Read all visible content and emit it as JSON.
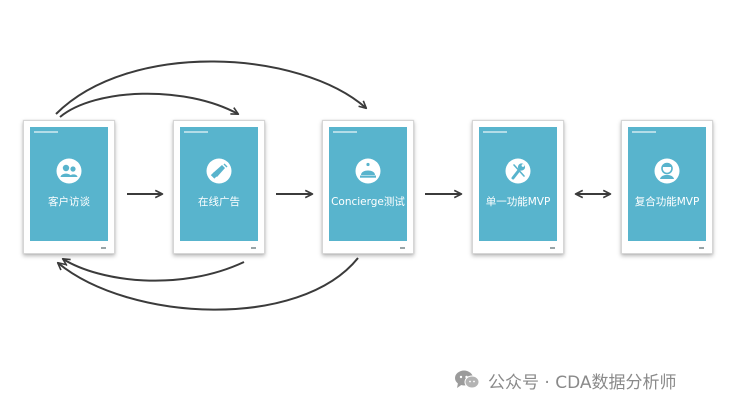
{
  "diagram": {
    "stages": [
      {
        "label": "客户访谈",
        "icon": "people-icon"
      },
      {
        "label": "在线广告",
        "icon": "megaphone-icon"
      },
      {
        "label": "Concierge测试",
        "icon": "concierge-bell-icon"
      },
      {
        "label": "单一功能MVP",
        "icon": "tools-icon"
      },
      {
        "label": "复合功能MVP",
        "icon": "user-icon"
      }
    ],
    "colors": {
      "card_fill": "#58b4cd",
      "arrow": "#3b3b3b"
    }
  },
  "watermark": {
    "text": "公众号 · CDA数据分析师",
    "icon": "chat-bubbles-icon"
  }
}
